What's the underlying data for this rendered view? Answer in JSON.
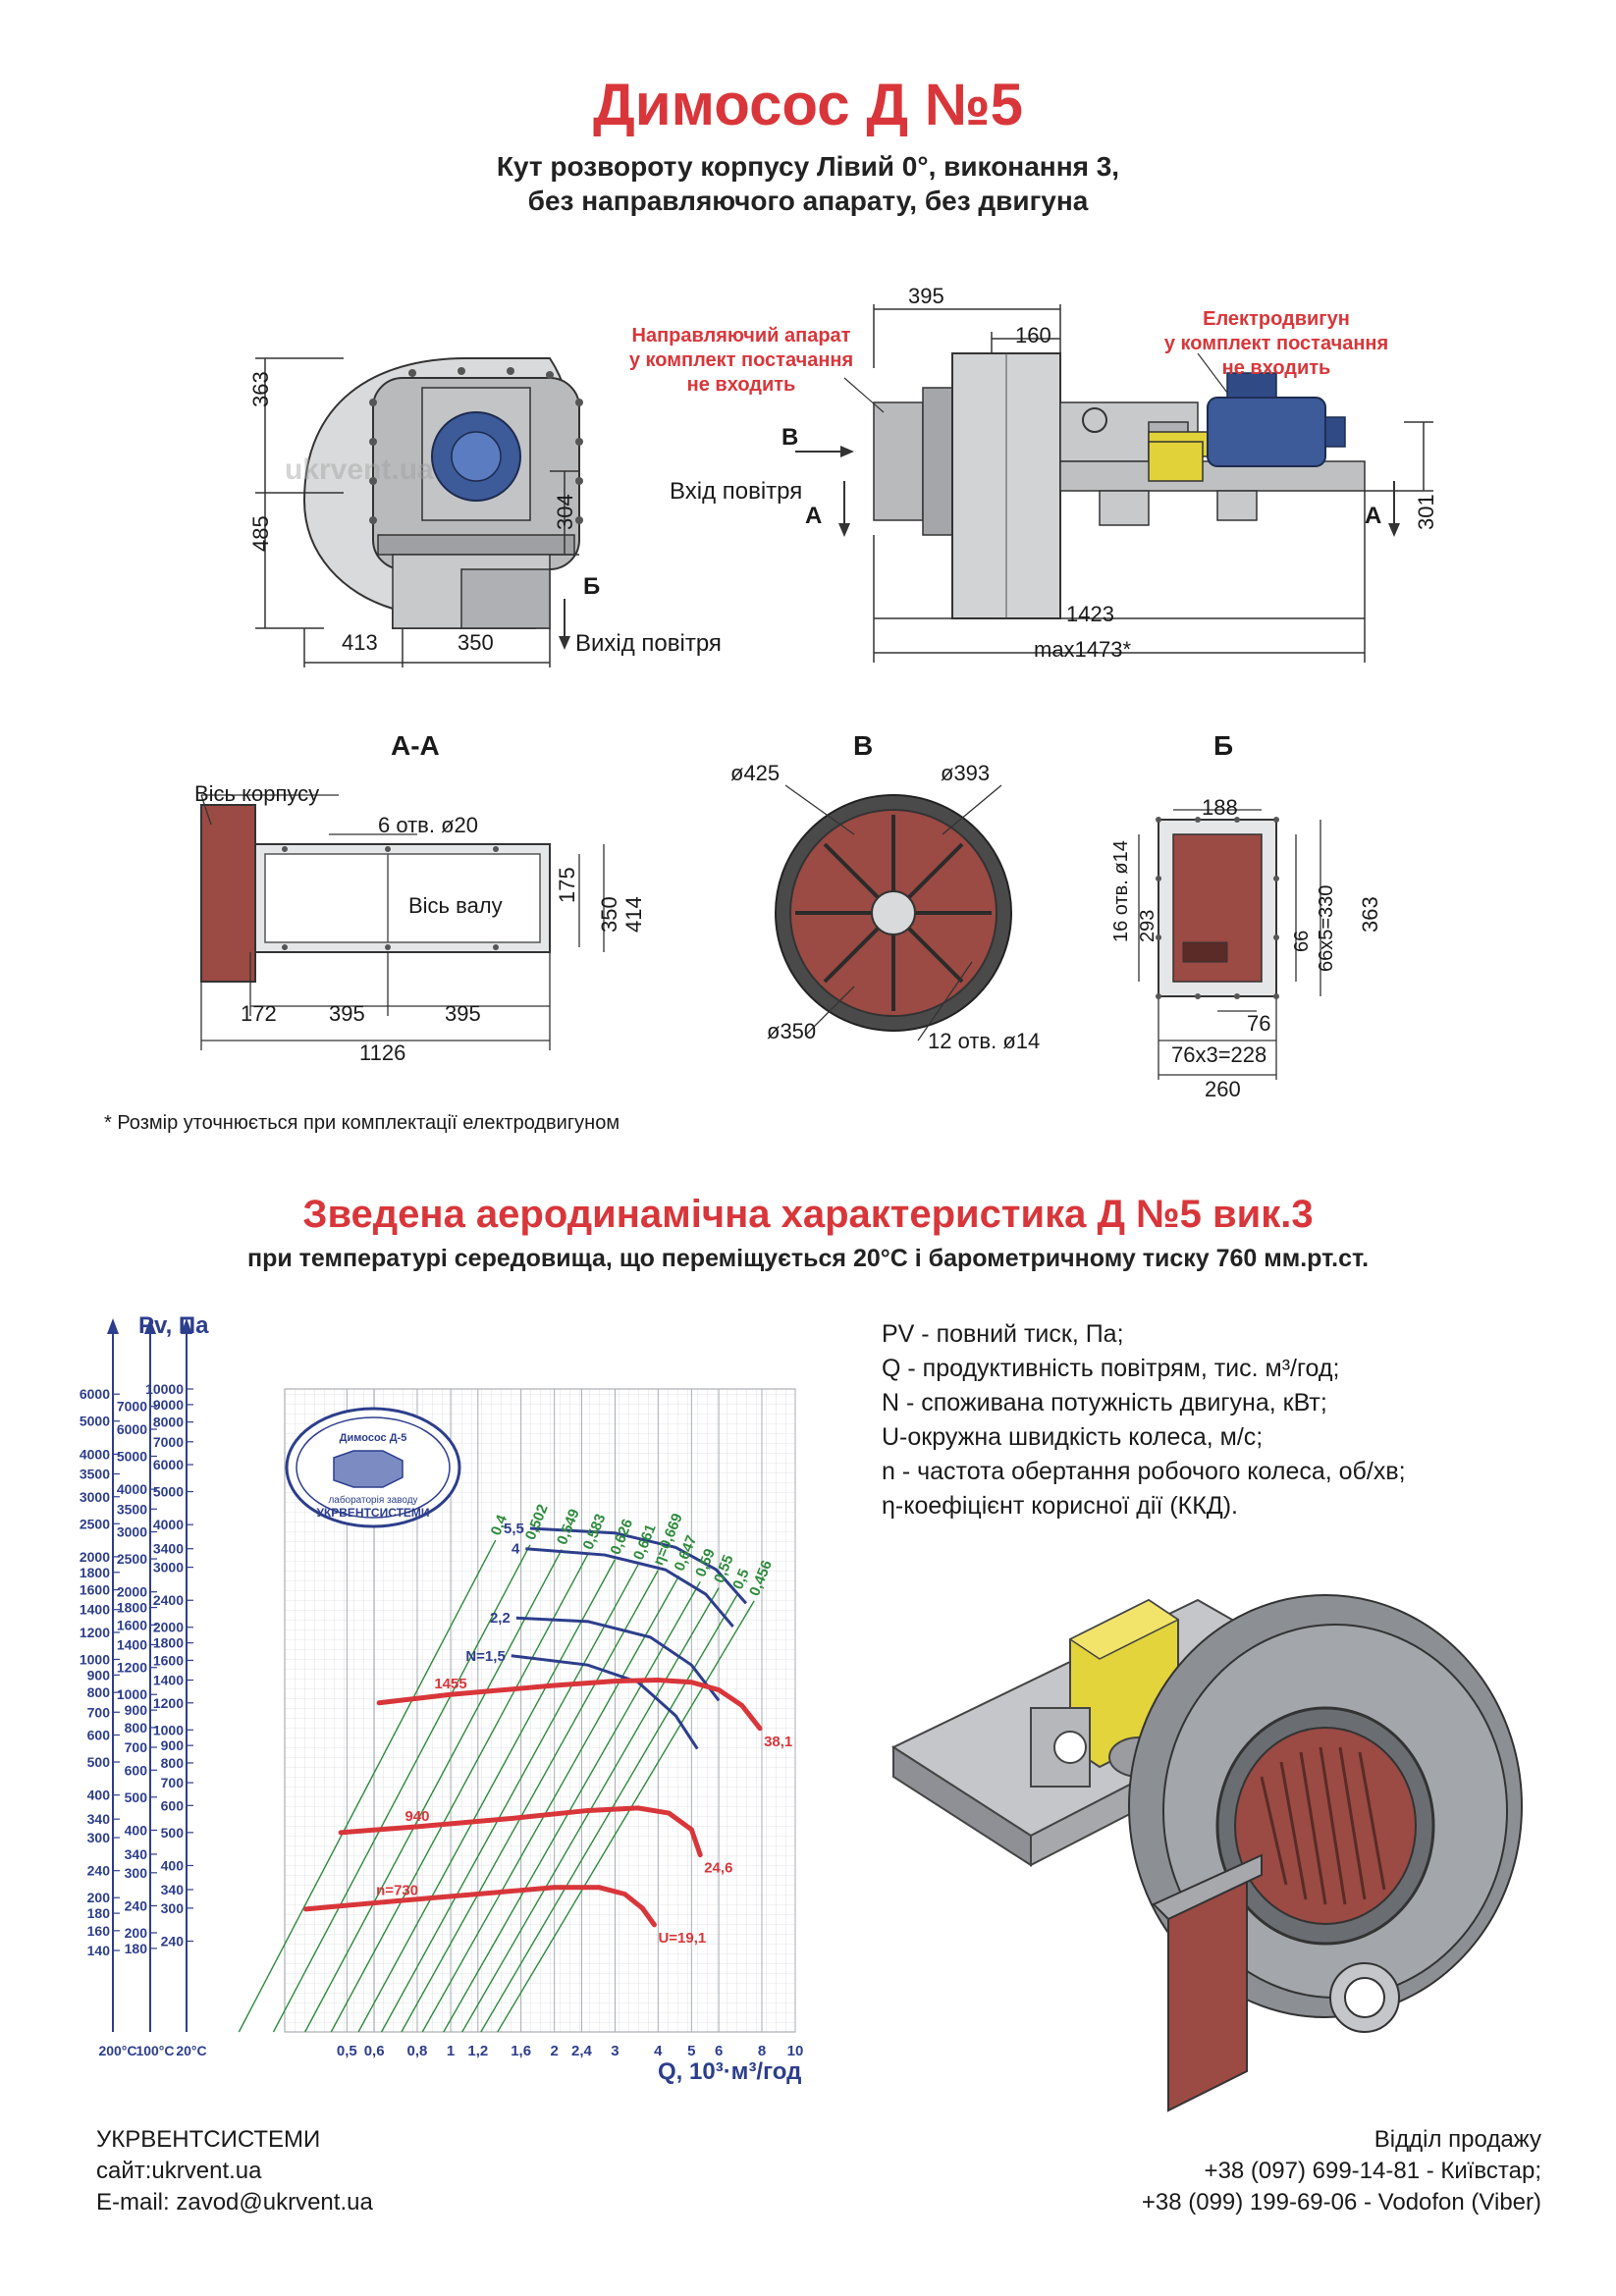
{
  "header": {
    "title": "Димосос  Д №5",
    "subtitle_line1": "Кут розвороту корпусу Лівий 0°, виконання 3,",
    "subtitle_line2": "без направляючого апарату, без двигуна"
  },
  "front_view": {
    "dims": {
      "h_top": "363",
      "h_bottom": "485",
      "h_outlet": "304",
      "w_left": "413",
      "w_right": "350"
    },
    "outlet_label": "Вихід повітря",
    "section_letter": "Б",
    "watermark": "ukrvent.ua"
  },
  "side_view": {
    "dims": {
      "top_395": "395",
      "top_160": "160",
      "h_301": "301",
      "len": "1423",
      "len_max": "max1473*"
    },
    "inlet_label": "Вхід повітря",
    "guide_note": [
      "Направляючий апарат",
      "у комплект постачання",
      "не входить"
    ],
    "motor_note": [
      "Електродвигун",
      "у комплект постачання",
      "не входить"
    ],
    "letters": {
      "b": "В",
      "a_left": "А",
      "a_right": "А"
    }
  },
  "section_aa": {
    "title": "А-А",
    "axis_body": "Вісь корпусу",
    "holes": "6 отв. ø20",
    "axis_shaft": "Вісь валу",
    "dims": {
      "d172": "172",
      "d395a": "395",
      "d395b": "395",
      "d1126": "1126",
      "d175": "175",
      "d350": "350",
      "d414": "414"
    }
  },
  "section_v": {
    "title": "В",
    "d425": "ø425",
    "d393": "ø393",
    "d350": "ø350",
    "holes": "12 отв. ø14"
  },
  "section_b": {
    "title": "Б",
    "dims": {
      "d188": "188",
      "holes": "16 отв. ø14",
      "d293": "293",
      "d66": "66",
      "d66x5": "66х5=330",
      "d363": "363",
      "d76": "76",
      "d76x3": "76х3=228",
      "d260": "260"
    }
  },
  "footnote": "* Розмір уточнюється при комплектації електродвигуном",
  "aero": {
    "title": "Зведена аеродинамічна характеристика Д №5 вик.3",
    "subtitle": "при температурі середовища, що переміщується 20°С і барометричному тиску 760 мм.рт.ст."
  },
  "legend": [
    "PV - повний тиск, Па;",
    "Q - продуктивність повітрям, тис. м³/год;",
    "N - споживана потужність двигуна, кВт;",
    "U-окружна швидкість колеса, м/с;",
    "n - частота обертання робочого колеса, об/хв;",
    "η-коефіцієнт корисної дії (ККД)."
  ],
  "chart_data": {
    "type": "line",
    "ylabel": "Pv, Па",
    "xlabel": "Q, 10³·м³/год",
    "x_scale": "log",
    "y_scale": "log",
    "x_ticks": [
      "0,5",
      "0,6",
      "0,8",
      "1",
      "1,2",
      "1,6",
      "2",
      "2,4",
      "3",
      "4",
      "5",
      "6",
      "8",
      "10"
    ],
    "temp_axes": [
      "200°С",
      "100°С",
      "20°С"
    ],
    "y_ticks_200C": [
      "6000",
      "5000",
      "4000",
      "3500",
      "3000",
      "2500",
      "2000",
      "1800",
      "1600",
      "1400",
      "1200",
      "1000",
      "900",
      "800",
      "700",
      "600",
      "500",
      "400",
      "340",
      "300",
      "240",
      "200",
      "180",
      "160",
      "140"
    ],
    "y_ticks_100C": [
      "7000",
      "6000",
      "5000",
      "4000",
      "3500",
      "3000",
      "2500",
      "2000",
      "1800",
      "1600",
      "1400",
      "1200",
      "1000",
      "900",
      "800",
      "700",
      "600",
      "500",
      "400",
      "340",
      "300",
      "240",
      "200",
      "180"
    ],
    "y_ticks_20C": [
      "10000",
      "9000",
      "8000",
      "7000",
      "6000",
      "5000",
      "4000",
      "3400",
      "3000",
      "2400",
      "2000",
      "1800",
      "1600",
      "1400",
      "1200",
      "1000",
      "900",
      "800",
      "700",
      "600",
      "500",
      "400",
      "340",
      "300",
      "240"
    ],
    "grid": true,
    "series": [
      {
        "name": "n=1455",
        "color": "#d8363a",
        "points": [
          [
            0.62,
            1200
          ],
          [
            1.0,
            1270
          ],
          [
            2.0,
            1350
          ],
          [
            3.0,
            1390
          ],
          [
            4.0,
            1400
          ],
          [
            5.0,
            1380
          ],
          [
            6.0,
            1310
          ],
          [
            7.0,
            1180
          ],
          [
            7.9,
            1010
          ]
        ]
      },
      {
        "name": "n=940",
        "color": "#d8363a",
        "points": [
          [
            0.48,
            500
          ],
          [
            0.8,
            520
          ],
          [
            1.5,
            550
          ],
          [
            2.5,
            580
          ],
          [
            3.5,
            590
          ],
          [
            4.3,
            570
          ],
          [
            5.0,
            510
          ],
          [
            5.3,
            430
          ]
        ]
      },
      {
        "name": "n=730",
        "color": "#d8363a",
        "points": [
          [
            0.38,
            298
          ],
          [
            0.7,
            315
          ],
          [
            1.2,
            330
          ],
          [
            2.0,
            345
          ],
          [
            2.7,
            345
          ],
          [
            3.2,
            330
          ],
          [
            3.6,
            300
          ],
          [
            3.9,
            268
          ]
        ]
      }
    ],
    "power_curves": [
      {
        "name": "N=1,5",
        "color": "#2d3e8c",
        "points": [
          [
            1.5,
            1650
          ],
          [
            2.5,
            1550
          ],
          [
            3.5,
            1380
          ],
          [
            4.5,
            1100
          ],
          [
            5.2,
            880
          ]
        ]
      },
      {
        "name": "2,2",
        "color": "#2d3e8c",
        "points": [
          [
            1.55,
            2130
          ],
          [
            2.5,
            2080
          ],
          [
            3.8,
            1870
          ],
          [
            5.0,
            1550
          ],
          [
            6.0,
            1220
          ]
        ]
      },
      {
        "name": "4",
        "color": "#2d3e8c",
        "points": [
          [
            1.65,
            3400
          ],
          [
            2.8,
            3260
          ],
          [
            4.2,
            2950
          ],
          [
            5.5,
            2500
          ],
          [
            6.6,
            2010
          ]
        ]
      },
      {
        "name": "5,5",
        "color": "#2d3e8c",
        "points": [
          [
            1.7,
            3900
          ],
          [
            3.0,
            3780
          ],
          [
            4.5,
            3430
          ],
          [
            5.9,
            2950
          ],
          [
            7.2,
            2350
          ]
        ]
      }
    ],
    "u_labels": [
      "U=19,1",
      "24,6",
      "38,1"
    ],
    "efficiency_labels": [
      "0,4",
      "0,502",
      "0,549",
      "0,583",
      "0,626",
      "0,661",
      "η=0,669",
      "0,647",
      "0,59",
      "0,55",
      "0,5",
      "0,456"
    ],
    "speed_labels": [
      "n=730",
      "940",
      "1455"
    ],
    "power_labels": [
      "N=1,5",
      "2,2",
      "4",
      "5,5"
    ],
    "stamp": [
      "Димосос Д-5",
      "лабораторія заводу",
      "УКРВЕНТСИСТЕМИ"
    ]
  },
  "footer": {
    "company": "УКРВЕНТСИСТЕМИ",
    "site": "сайт:ukrvent.ua",
    "email": "E-mail: zavod@ukrvent.ua",
    "dept": "Відділ продажу",
    "phone1": "+38 (097) 699-14-81 - Київстар;",
    "phone2": "+38 (099) 199-69-06 - Vodofon (Viber)"
  }
}
